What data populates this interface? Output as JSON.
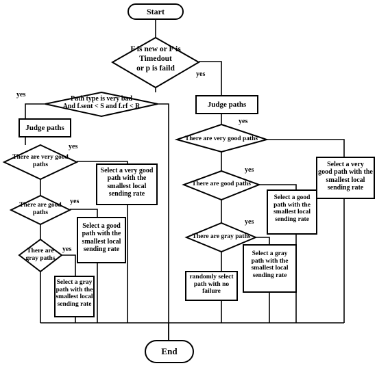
{
  "terminals": {
    "start": "Start",
    "end": "End"
  },
  "decisions": {
    "main": "F is new or F  is\nTimedout\nor p is faild",
    "path_type": "Path type is very bad\nAnd f.sent < S and f.rf < R",
    "left_very_good": "There are very good\npaths",
    "left_good": "There are good\npaths",
    "left_gray": "There are\ngray paths",
    "right_very_good": "There are very good paths",
    "right_good": "There are good paths",
    "right_gray": "There are gray paths"
  },
  "processes": {
    "judge_left": "Judge paths",
    "judge_right": "Judge paths",
    "left_select_very_good": "Select a very good\npath with the\nsmallest local\nsending rate",
    "left_select_good": "Select a good\npath with the\nsmallest local\nsending rate",
    "left_select_gray": "Select a gray\npath with the\nsmallest local\nsending rate",
    "right_select_very_good": "Select a very\ngood path with the\nsmallest local\nsending rate",
    "right_select_good": "Select a good\npath with the\nsmallest local\nsending rate",
    "right_select_gray": "Select a gray\npath with the\nsmallest local\nsending rate",
    "random_select": "randomly select\npath with no\nfailure"
  },
  "branch_labels": {
    "main_yes": "yes",
    "path_type_yes": "yes",
    "left_very_good_yes": "yes",
    "left_good_yes": "yes",
    "left_gray_yes": "yes",
    "right_very_good_yes": "yes",
    "right_good_yes": "yes",
    "right_gray_yes": "yes"
  }
}
